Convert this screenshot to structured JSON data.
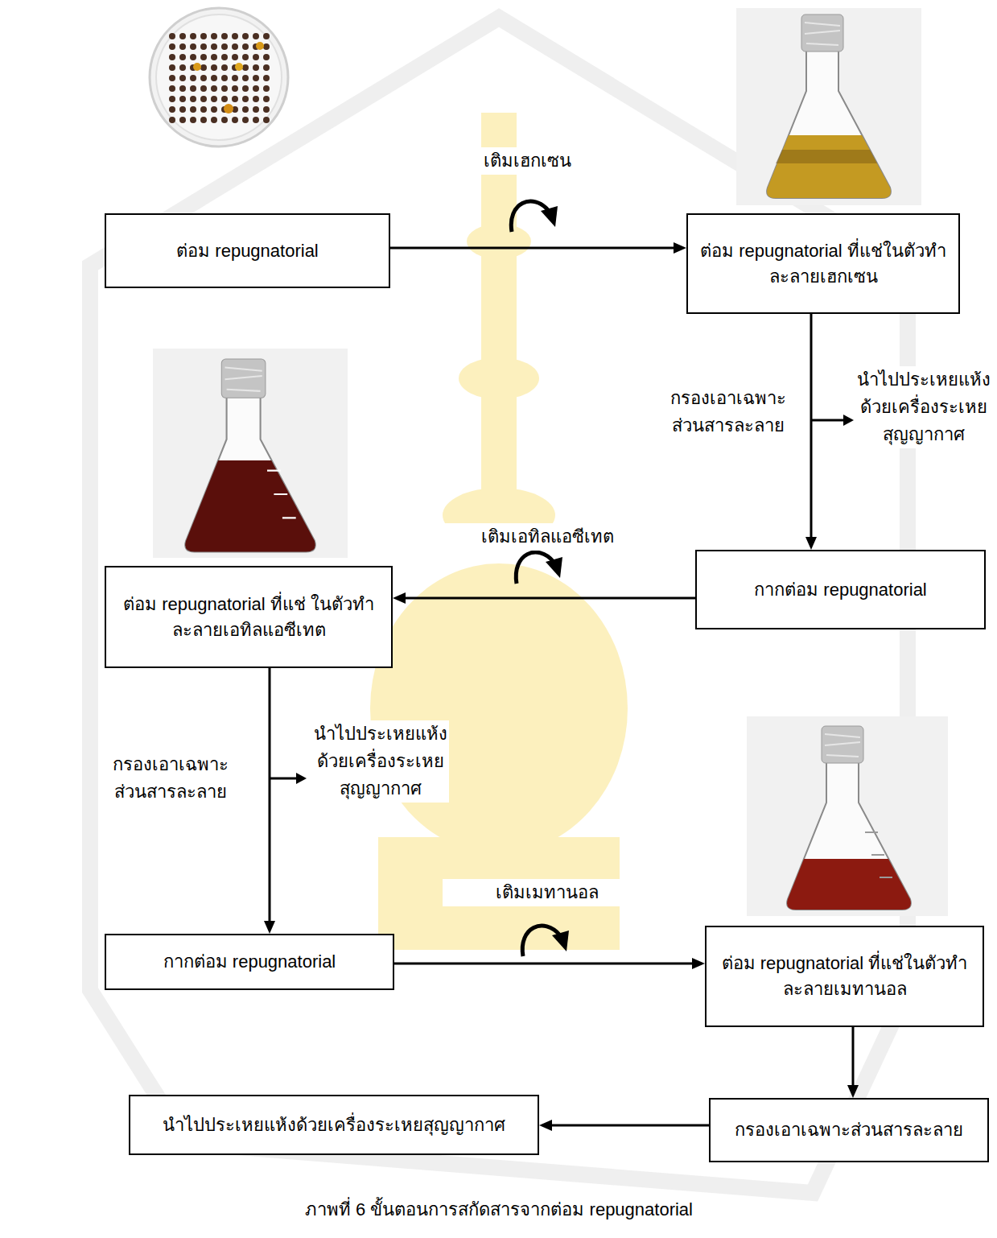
{
  "diagram": {
    "caption": "ภาพที่ 6 ขั้นตอนการสกัดสารจากต่อม repugnatorial",
    "nodes": [
      {
        "text": [
          "ต่อม repugnatorial"
        ]
      },
      {
        "text": [
          "ต่อม repugnatorial ที่แช่ในตัวทำละลายเฮกเซน"
        ]
      },
      {
        "text": [
          "กากต่อม repugnatorial"
        ]
      },
      {
        "text": [
          "ต่อม repugnatorial ที่แช่ ในตัวทำละลายเอทิลแอซีเทต"
        ]
      },
      {
        "text": [
          "กากต่อม repugnatorial"
        ]
      },
      {
        "text": [
          "ต่อม repugnatorial ที่แช่ในตัวทำละลายเมทานอล"
        ]
      },
      {
        "text": [
          "กรองเอาเฉพาะส่วนสารละลาย"
        ]
      },
      {
        "text": [
          "นำไปประเหยแห้งด้วยเครื่องระเหยสุญญากาศ"
        ]
      }
    ],
    "edges": [
      {
        "from": 0,
        "to": 1,
        "arrow": "to",
        "label": "เติมเฮกเซน"
      },
      {
        "from": 1,
        "to": 2,
        "arrow": "to",
        "label": "กรองเอาเฉพาะ ส่วนสารละลาย"
      },
      {
        "from": 2,
        "to": 3,
        "arrow": "to",
        "label": "เติมเอทิลแอซีเทต"
      },
      {
        "from": 3,
        "to": 4,
        "arrow": "to",
        "label": "กรองเอาเฉพาะ ส่วนสารละลาย"
      },
      {
        "from": 4,
        "to": 5,
        "arrow": "to",
        "label": "เติมเมทานอล"
      },
      {
        "from": 5,
        "to": 6,
        "arrow": "to"
      },
      {
        "from": 6,
        "to": 7,
        "arrow": "to"
      }
    ],
    "labels": [
      "นำไปประเหยแห้ง ด้วยเครื่องระเหย สุญญากาศ",
      "นำไปประเหยแห้ง ด้วยเครื่องระเหย สุญญากาศ"
    ]
  }
}
